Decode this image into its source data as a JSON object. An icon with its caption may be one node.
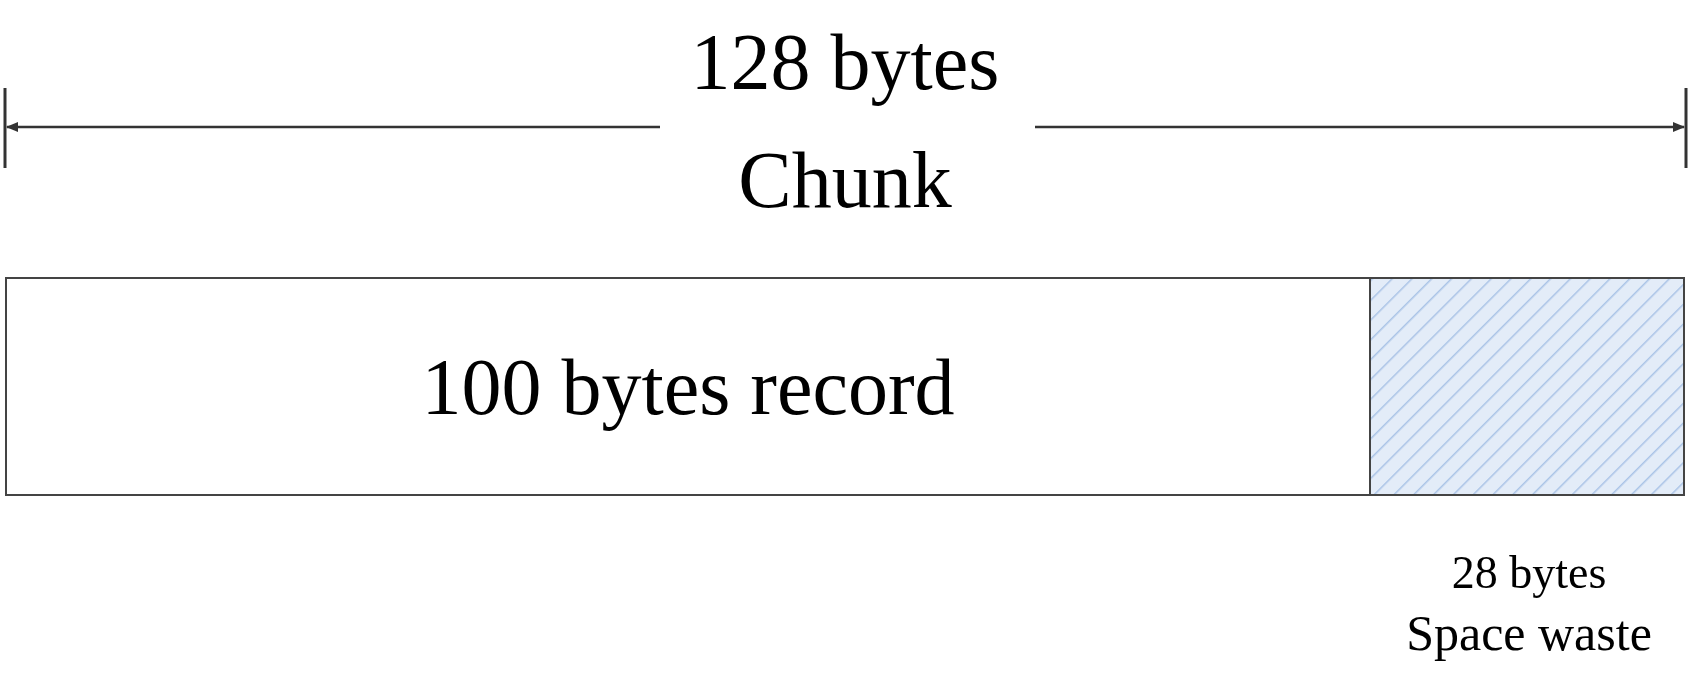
{
  "diagram": {
    "nodes": [
      {
        "text": [
          "100 bytes record"
        ]
      },
      {
        "text": [],
        "shape": "box",
        "beside": [
          "28 bytes",
          "Space waste"
        ]
      }
    ],
    "edges": [],
    "labels": [
      "128 bytes",
      "Chunk"
    ]
  }
}
